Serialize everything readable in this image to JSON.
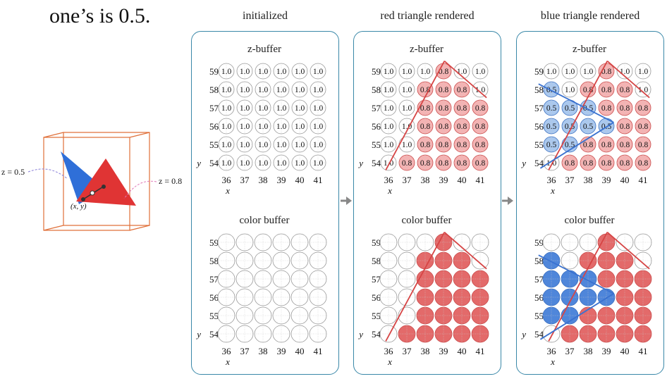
{
  "intro_text": "one’s is 0.5.",
  "illustration": {
    "z_left_label": "z = 0.5",
    "z_right_label": "z = 0.8",
    "point_label": "(x, y)",
    "colors": {
      "box": "#e0703a",
      "blue": "#2f6fd8",
      "red": "#e03434"
    }
  },
  "labels": {
    "zbuffer": "z-buffer",
    "colorbuffer": "color buffer",
    "x_axis": "x",
    "y_axis": "y"
  },
  "rows": [
    "59",
    "58",
    "57",
    "56",
    "55",
    "54"
  ],
  "cols": [
    "36",
    "37",
    "38",
    "39",
    "40",
    "41"
  ],
  "colors": {
    "panel_border": "#3a88a8",
    "white_fill": "#ffffff",
    "red_fill_z": "#f4b3b3",
    "blue_fill_z": "#aac8ee",
    "red_fill_color": "#e36a6a",
    "blue_fill_color": "#4f86da",
    "arrow": "#888888"
  },
  "panels": [
    {
      "title": "initialized",
      "zbuffer": [
        [
          "1.0",
          "1.0",
          "1.0",
          "1.0",
          "1.0",
          "1.0"
        ],
        [
          "1.0",
          "1.0",
          "1.0",
          "1.0",
          "1.0",
          "1.0"
        ],
        [
          "1.0",
          "1.0",
          "1.0",
          "1.0",
          "1.0",
          "1.0"
        ],
        [
          "1.0",
          "1.0",
          "1.0",
          "1.0",
          "1.0",
          "1.0"
        ],
        [
          "1.0",
          "1.0",
          "1.0",
          "1.0",
          "1.0",
          "1.0"
        ],
        [
          "1.0",
          "1.0",
          "1.0",
          "1.0",
          "1.0",
          "1.0"
        ]
      ],
      "colorbuffer": [
        [
          "w",
          "w",
          "w",
          "w",
          "w",
          "w"
        ],
        [
          "w",
          "w",
          "w",
          "w",
          "w",
          "w"
        ],
        [
          "w",
          "w",
          "w",
          "w",
          "w",
          "w"
        ],
        [
          "w",
          "w",
          "w",
          "w",
          "w",
          "w"
        ],
        [
          "w",
          "w",
          "w",
          "w",
          "w",
          "w"
        ],
        [
          "w",
          "w",
          "w",
          "w",
          "w",
          "w"
        ]
      ],
      "show_red_edges": false,
      "show_blue_edges": false
    },
    {
      "title": "red triangle rendered",
      "zbuffer": [
        [
          "1.0",
          "1.0",
          "1.0",
          "0.8",
          "1.0",
          "1.0"
        ],
        [
          "1.0",
          "1.0",
          "0.8",
          "0.8",
          "0.8",
          "1.0"
        ],
        [
          "1.0",
          "1.0",
          "0.8",
          "0.8",
          "0.8",
          "0.8"
        ],
        [
          "1.0",
          "1.0",
          "0.8",
          "0.8",
          "0.8",
          "0.8"
        ],
        [
          "1.0",
          "1.0",
          "0.8",
          "0.8",
          "0.8",
          "0.8"
        ],
        [
          "1.0",
          "0.8",
          "0.8",
          "0.8",
          "0.8",
          "0.8"
        ]
      ],
      "colorbuffer": [
        [
          "w",
          "w",
          "w",
          "r",
          "w",
          "w"
        ],
        [
          "w",
          "w",
          "r",
          "r",
          "r",
          "w"
        ],
        [
          "w",
          "w",
          "r",
          "r",
          "r",
          "r"
        ],
        [
          "w",
          "w",
          "r",
          "r",
          "r",
          "r"
        ],
        [
          "w",
          "w",
          "r",
          "r",
          "r",
          "r"
        ],
        [
          "w",
          "r",
          "r",
          "r",
          "r",
          "r"
        ]
      ],
      "show_red_edges": true,
      "show_blue_edges": false
    },
    {
      "title": "blue triangle rendered",
      "zbuffer": [
        [
          "1.0",
          "1.0",
          "1.0",
          "0.8",
          "1.0",
          "1.0"
        ],
        [
          "0.5",
          "1.0",
          "0.8",
          "0.8",
          "0.8",
          "1.0"
        ],
        [
          "0.5",
          "0.5",
          "0.5",
          "0.8",
          "0.8",
          "0.8"
        ],
        [
          "0.5",
          "0.5",
          "0.5",
          "0.5",
          "0.8",
          "0.8"
        ],
        [
          "0.5",
          "0.5",
          "0.8",
          "0.8",
          "0.8",
          "0.8"
        ],
        [
          "1.0",
          "0.8",
          "0.8",
          "0.8",
          "0.8",
          "0.8"
        ]
      ],
      "colorbuffer": [
        [
          "w",
          "w",
          "w",
          "r",
          "w",
          "w"
        ],
        [
          "b",
          "w",
          "r",
          "r",
          "r",
          "w"
        ],
        [
          "b",
          "b",
          "b",
          "r",
          "r",
          "r"
        ],
        [
          "b",
          "b",
          "b",
          "b",
          "r",
          "r"
        ],
        [
          "b",
          "b",
          "r",
          "r",
          "r",
          "r"
        ],
        [
          "w",
          "r",
          "r",
          "r",
          "r",
          "r"
        ]
      ],
      "show_red_edges": true,
      "show_blue_edges": true
    }
  ]
}
